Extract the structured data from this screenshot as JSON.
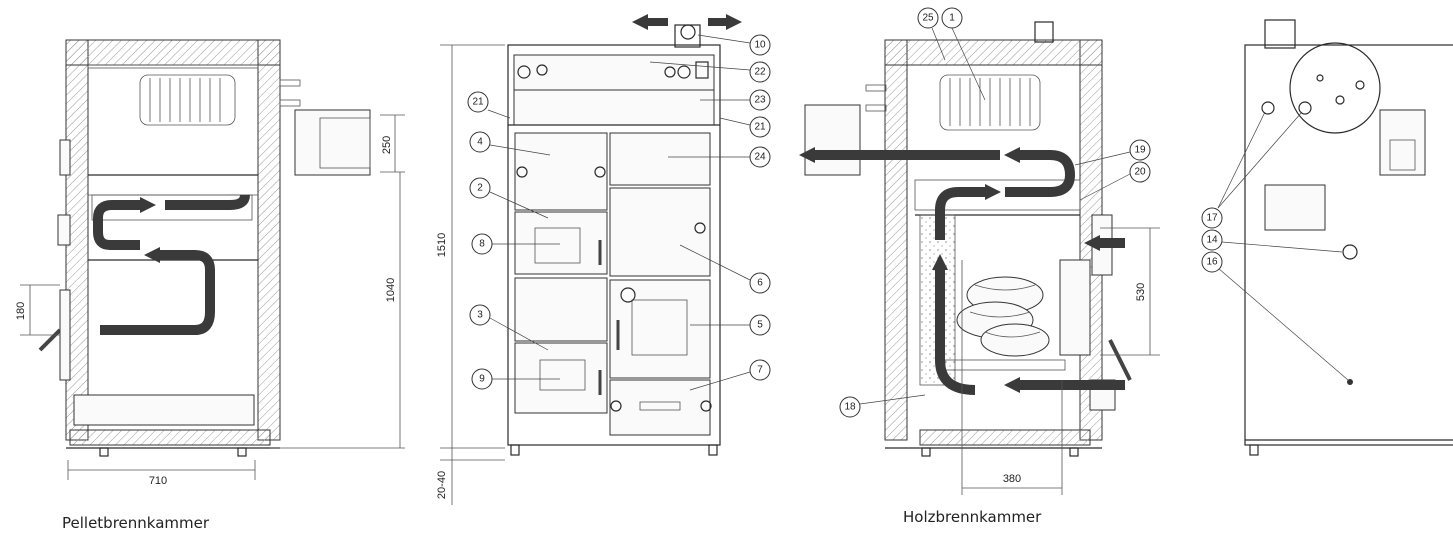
{
  "captions": {
    "pellet": "Pelletbrennkammer",
    "wood": "Holzbrennkammer"
  },
  "dimensions": {
    "width_710": "710",
    "height_250": "250",
    "height_180": "180",
    "height_1040": "1040",
    "height_1510": "1510",
    "feet_20_40": "20-40",
    "height_530": "530",
    "width_380": "380"
  },
  "callouts": {
    "c10": "10",
    "c22": "22",
    "c23": "23",
    "c21a": "21",
    "c21b": "21",
    "c4": "4",
    "c24": "24",
    "c2": "2",
    "c8": "8",
    "c6": "6",
    "c3": "3",
    "c5": "5",
    "c9": "9",
    "c7": "7",
    "c25": "25",
    "c1": "1",
    "c19": "19",
    "c20": "20",
    "c18": "18",
    "c17": "17",
    "c14": "14",
    "c16": "16"
  },
  "colors": {
    "line": "#2a2a2a",
    "flow_arrow": "#3a3a3a",
    "hatch": "#9a9a9a"
  }
}
